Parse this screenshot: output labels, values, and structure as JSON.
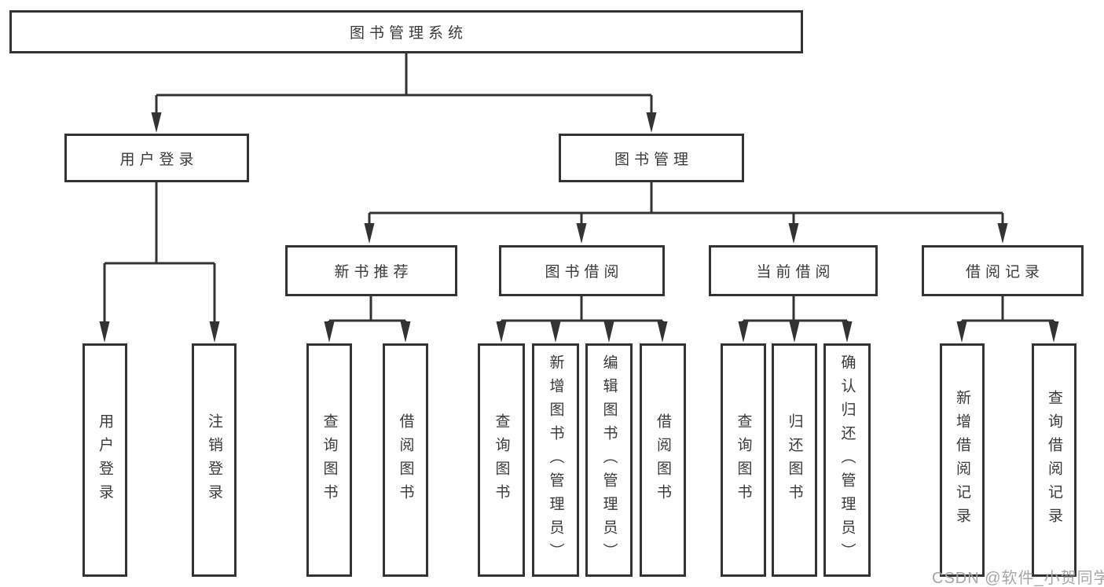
{
  "diagram": {
    "root": {
      "label": "图书管理系统"
    },
    "branches": [
      {
        "label": "用户登录",
        "children": [
          {
            "label": "用户登录"
          },
          {
            "label": "注销登录"
          }
        ]
      },
      {
        "label": "图书管理",
        "children": [
          {
            "label": "新书推荐",
            "children": [
              {
                "label": "查询图书"
              },
              {
                "label": "借阅图书"
              }
            ]
          },
          {
            "label": "图书借阅",
            "children": [
              {
                "label": "查询图书"
              },
              {
                "label": "新增图书（管理员）"
              },
              {
                "label": "编辑图书（管理员）"
              },
              {
                "label": "借阅图书"
              }
            ]
          },
          {
            "label": "当前借阅",
            "children": [
              {
                "label": "查询图书"
              },
              {
                "label": "归还图书"
              },
              {
                "label": "确认归还（管理员）"
              }
            ]
          },
          {
            "label": "借阅记录",
            "children": [
              {
                "label": "新增借阅记录"
              },
              {
                "label": "查询借阅记录"
              }
            ]
          }
        ]
      }
    ]
  },
  "watermark": {
    "text": "CSDN @软件_小贺同学"
  },
  "colors": {
    "line": "#333333",
    "text": "#3a3a3a",
    "watermark": "#a6a6a6",
    "background": "#ffffff"
  }
}
